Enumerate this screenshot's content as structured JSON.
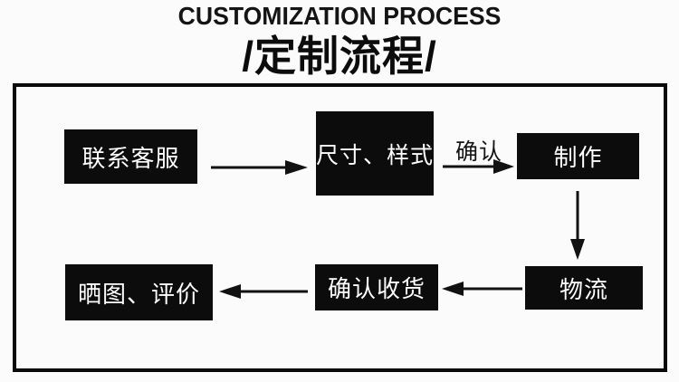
{
  "header": {
    "title_en": "CUSTOMIZATION PROCESS",
    "title_zh": "/定制流程/"
  },
  "flowchart": {
    "steps": [
      {
        "name": "contact-service",
        "label": "联系客服"
      },
      {
        "name": "size-style",
        "label": "尺寸、样式"
      },
      {
        "name": "production",
        "label": "制作"
      },
      {
        "name": "logistics",
        "label": "物流"
      },
      {
        "name": "confirm-receipt",
        "label": "确认收货"
      },
      {
        "name": "review",
        "label": "晒图、评价"
      }
    ],
    "arrow_label": "确认",
    "colors": {
      "box_bg": "#0c0c0c",
      "box_text": "#ffffff",
      "line": "#111111",
      "frame_border": "#0a0a0a",
      "background": "#fbfbfb"
    }
  }
}
